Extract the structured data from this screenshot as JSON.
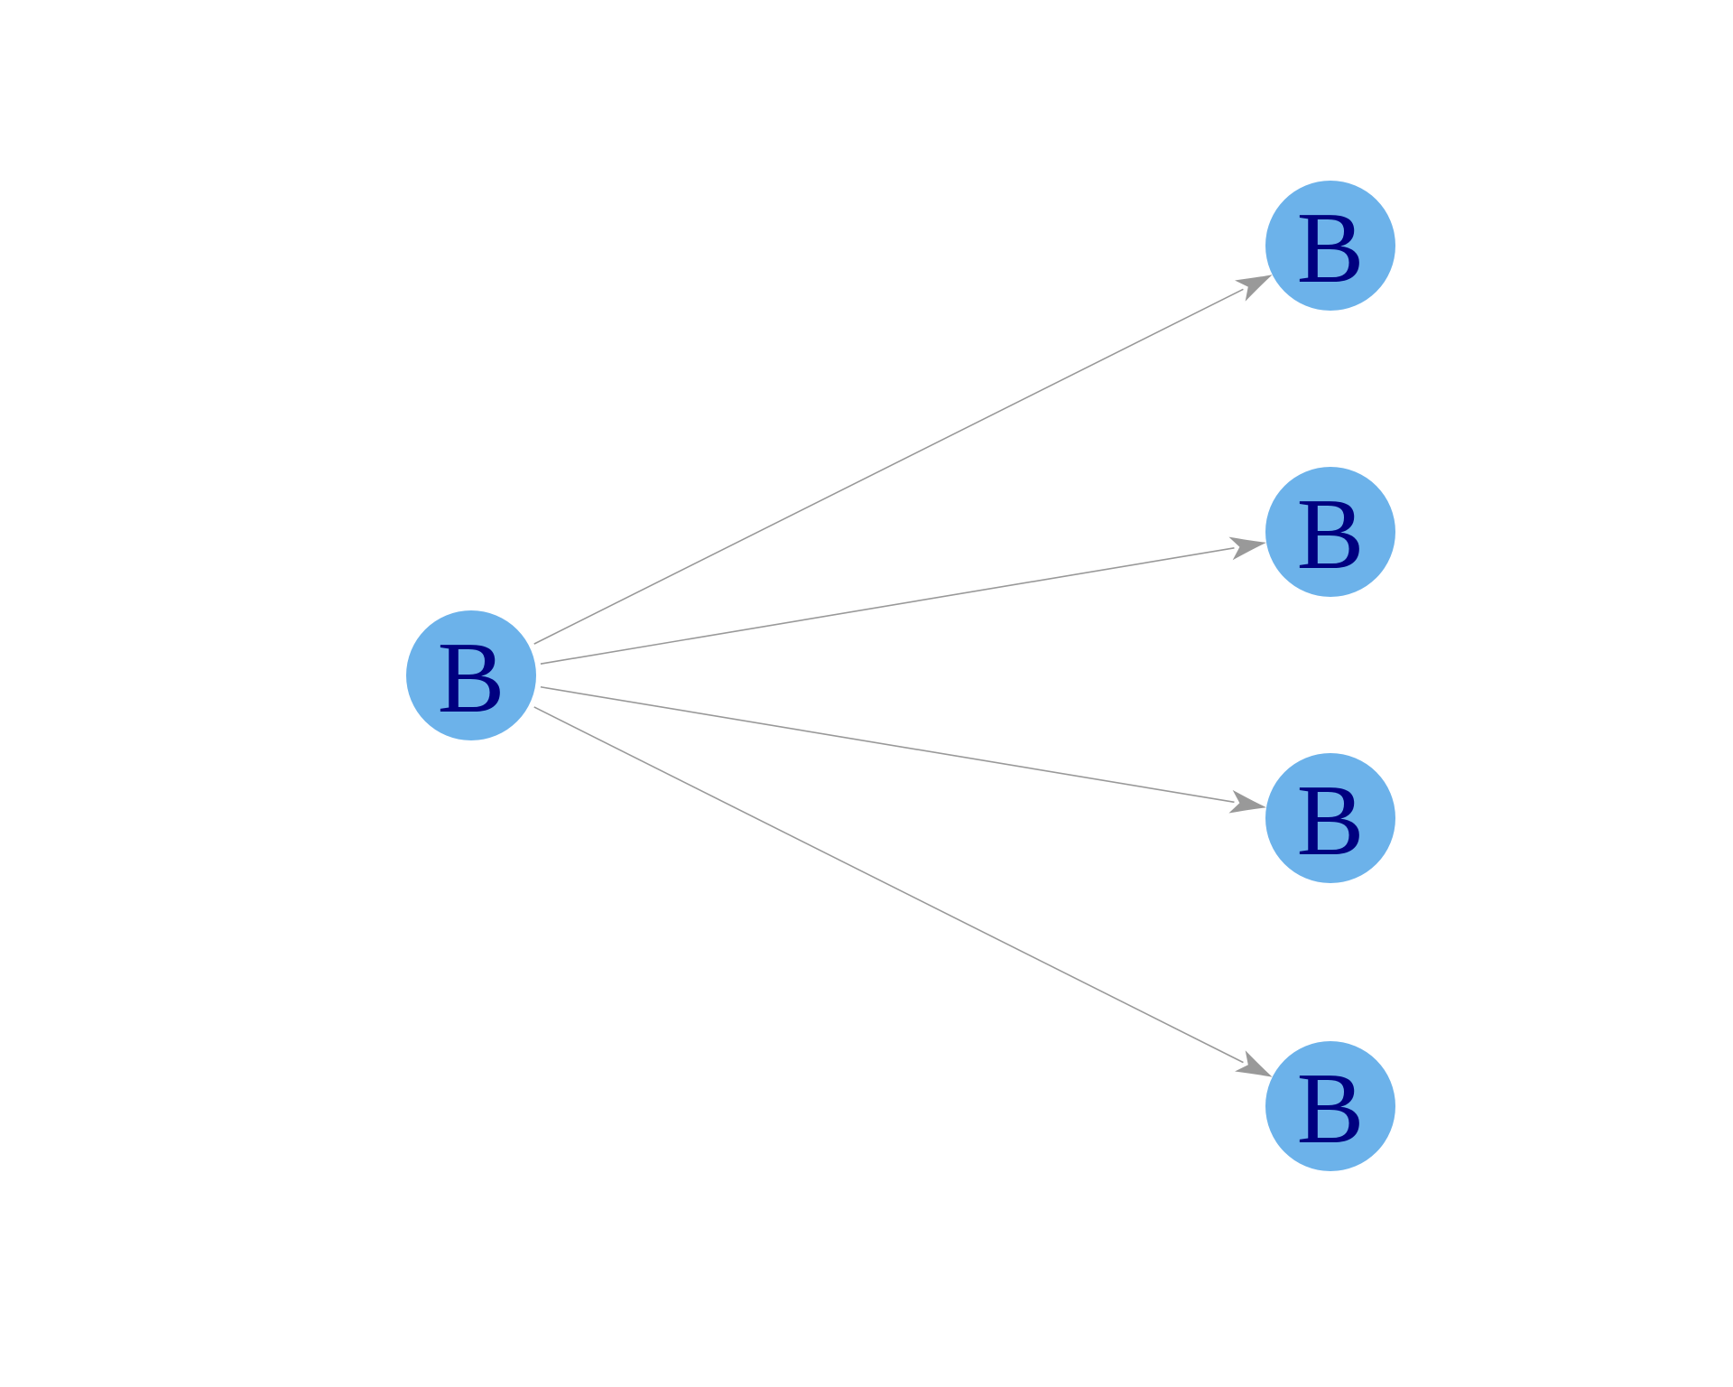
{
  "colors": {
    "node_fill": "#6cb2ea",
    "label": "#000080",
    "edge": "#999999",
    "background": "#ffffff"
  },
  "nodes": [
    {
      "id": "n0",
      "label": "B"
    },
    {
      "id": "n1",
      "label": "B"
    },
    {
      "id": "n2",
      "label": "B"
    },
    {
      "id": "n3",
      "label": "B"
    },
    {
      "id": "n4",
      "label": "B"
    }
  ],
  "edges": [
    {
      "from": "n0",
      "to": "n1",
      "directed": true
    },
    {
      "from": "n0",
      "to": "n2",
      "directed": true
    },
    {
      "from": "n0",
      "to": "n3",
      "directed": true
    },
    {
      "from": "n0",
      "to": "n4",
      "directed": true
    }
  ]
}
